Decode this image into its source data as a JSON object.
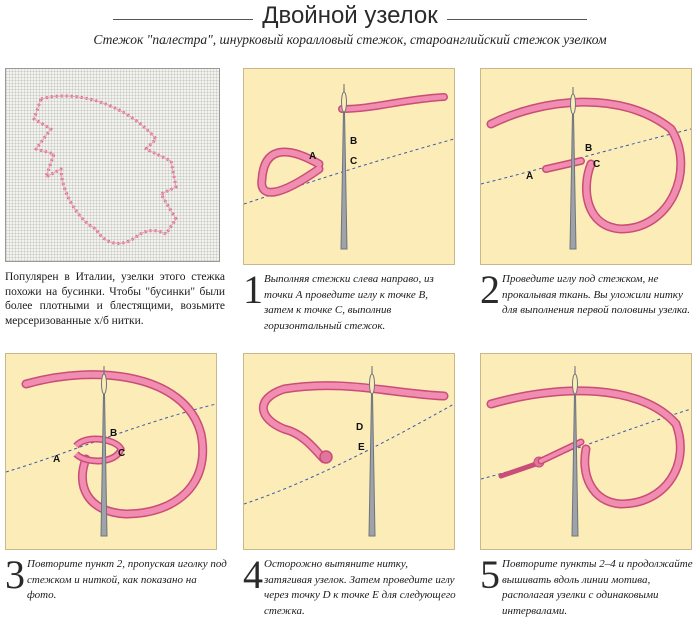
{
  "header": {
    "title": "Двойной узелок",
    "subtitle": "Стежок \"палестра\", шнурковый коралловый стежок, староанглийский стежок узелком"
  },
  "intro": {
    "text": "Популярен в Италии, узелки этого стежка похожи на бусинки. Чтобы \"бусинки\" были более плотными и блестящими, возьмите мерсеризованные х/б нитки."
  },
  "steps": [
    {
      "number": "1",
      "text": "Выполняя стежки слева направо, из точки А проведите иглу к точке В, затем к точке С, выполнив горизонтальный стежок.",
      "labels": [
        "A",
        "B",
        "C"
      ]
    },
    {
      "number": "2",
      "text": "Проведите иглу под стежком, не прокалывая ткань. Вы уложили нитку для выполнения первой половины узелка.",
      "labels": [
        "A",
        "B",
        "C"
      ]
    },
    {
      "number": "3",
      "text": "Повторите пункт 2, пропуская иголку под стежком и ниткой, как показано на фото.",
      "labels": [
        "A",
        "B",
        "C"
      ]
    },
    {
      "number": "4",
      "text": "Осторожно вытяните нитку, затягивая узелок. Затем проведите иглу через точку D к точке Е для следующего стежка.",
      "labels": [
        "D",
        "E"
      ]
    },
    {
      "number": "5",
      "text": "Повторите пункты 2–4 и продолжайте вышивать вдоль линии мотива, располагая узелки с одинаковыми интервалами."
    }
  ],
  "colors": {
    "panel_bg": "#fbecb8",
    "thread": "#e8739a",
    "thread_shadow": "#c94d78",
    "needle": "#8a8f96",
    "guide_line": "#3b5aa8",
    "stitch_on_fabric": "#d86a8e"
  }
}
